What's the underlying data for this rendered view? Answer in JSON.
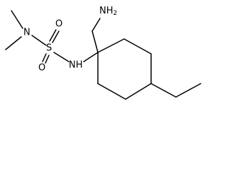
{
  "molecule": {
    "atoms": {
      "nitrogen_dimethyl": "N",
      "sulfur": "S",
      "oxygen_top": "O",
      "oxygen_bottom": "O",
      "nh": "NH",
      "nh2": {
        "base": "NH",
        "subscript": "2"
      }
    }
  }
}
